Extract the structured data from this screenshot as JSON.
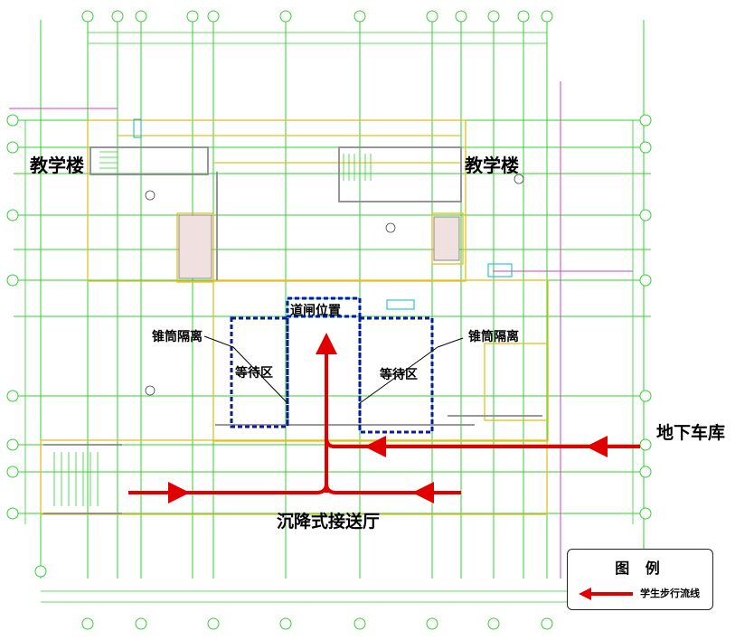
{
  "labels": {
    "teaching_building_left": "教学楼",
    "teaching_building_right": "教学楼",
    "gate_position": "道闸位置",
    "cone_isolation_left": "锥筒隔离",
    "cone_isolation_right": "锥筒隔离",
    "waiting_area_left": "等待区",
    "waiting_area_right": "等待区",
    "underground_garage": "地下车库",
    "sunken_pickup_hall": "沉降式接送厅"
  },
  "legend": {
    "title": "图 例",
    "student_walking_flow": "学生步行流线"
  },
  "colors": {
    "grid_line": "#2fd12f",
    "structure": "#e0c020",
    "wall": "#8a8a8a",
    "waiting_area_border": "#0a1aa0",
    "flow_arrow": "#e00000",
    "cyan_dim": "#00b8d8",
    "magenta_line": "#d040c0"
  },
  "icons": {
    "flow_arrow": "red-arrow-icon"
  }
}
